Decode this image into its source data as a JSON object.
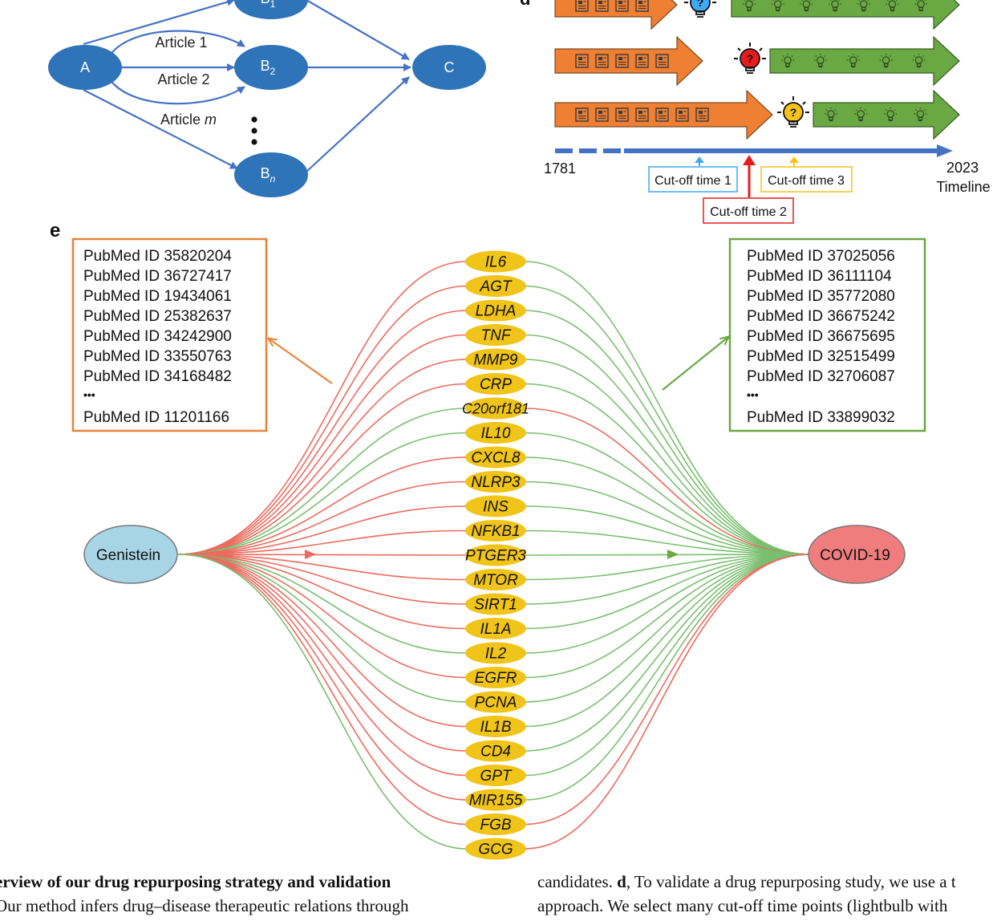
{
  "panel_c": {
    "nodes": {
      "a": "A",
      "b1": "B",
      "b1_sub": "1",
      "b2": "B",
      "b2_sub": "2",
      "bn": "B",
      "bn_sub": "n",
      "c": "C"
    },
    "edges": {
      "article1": "Article 1",
      "article2": "Article 2",
      "articlem_prefix": "Article ",
      "articlem_var": "m"
    }
  },
  "panel_d": {
    "letter": "d",
    "timeline_start": "1781",
    "timeline_end": "2023",
    "timeline_label": "Timeline",
    "cutoffs": [
      "Cut-off time 1",
      "Cut-off time 2",
      "Cut-off time 3"
    ],
    "colors": {
      "orange": "#ee7f33",
      "green": "#6aa843",
      "blue_bulb": "#3fa9f5",
      "red_bulb": "#e81c1c",
      "yellow_bulb": "#f5c21b",
      "timeline": "#4472c4"
    },
    "bulb_mark": "?"
  },
  "panel_e": {
    "letter": "e",
    "drug": "Genistein",
    "disease": "COVID-19",
    "genes": [
      "IL6",
      "AGT",
      "LDHA",
      "TNF",
      "MMP9",
      "CRP",
      "C20orf181",
      "IL10",
      "CXCL8",
      "NLRP3",
      "INS",
      "NFKB1",
      "PTGER3",
      "MTOR",
      "SIRT1",
      "IL1A",
      "IL2",
      "EGFR",
      "PCNA",
      "IL1B",
      "CD4",
      "GPT",
      "MIR155",
      "FGB",
      "GCG"
    ],
    "left_box": {
      "lines": [
        "PubMed ID 35820204",
        "PubMed ID 36727417",
        "PubMed ID 19434061",
        "PubMed ID 25382637",
        "PubMed ID 34242900",
        "PubMed ID 33550763",
        "PubMed ID 34168482"
      ],
      "ellipsis": "•••",
      "last": "PubMed ID 11201166"
    },
    "right_box": {
      "lines": [
        "PubMed ID 37025056",
        "PubMed ID 36111104",
        "PubMed ID 35772080",
        "PubMed ID 36675242",
        "PubMed ID 36675695",
        "PubMed ID 32515499",
        "PubMed ID 32706087"
      ],
      "ellipsis": "•••",
      "last": "PubMed ID 33899032"
    },
    "colors": {
      "red": "#ec6a5e",
      "green": "#79bf6f",
      "gene_fill": "#f0c419",
      "drug_fill": "#a8d5e5",
      "disease_fill": "#ef7d7d",
      "left_box_border": "#e8833a",
      "right_box_border": "#6aa843"
    }
  },
  "caption": {
    "left_title": "erview of our drug repurposing strategy and validation",
    "left_line2": "Our method infers drug–disease therapeutic relations through",
    "right_line1_a": "candidates. ",
    "right_line1_letter": "d",
    "right_line1_b": ", To validate a drug repurposing study, we use a t",
    "right_line2": "approach. We select many cut-off time points (lightbulb with"
  }
}
